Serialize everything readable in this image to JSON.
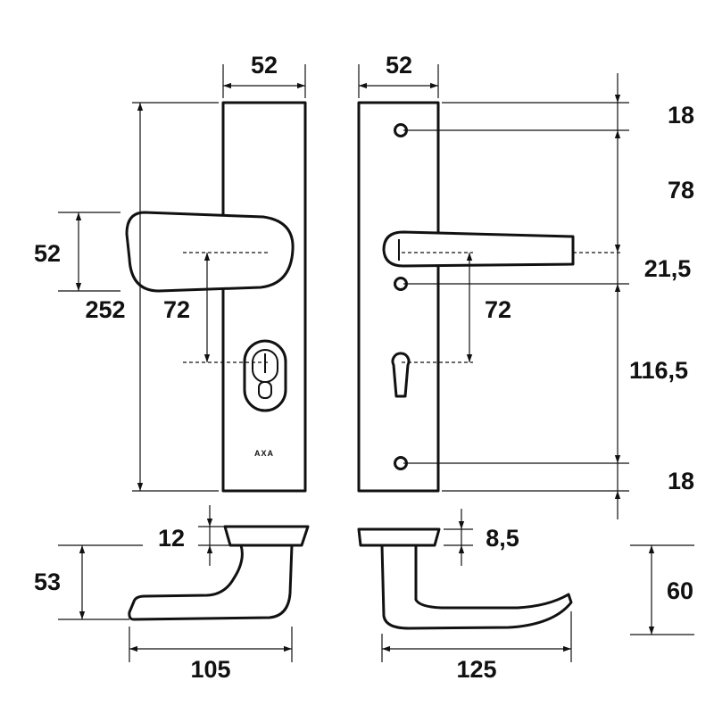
{
  "brand_mark": "AXA",
  "front_view": {
    "width": "52",
    "total_height": "252",
    "knob_height": "52",
    "center_distance": "72"
  },
  "back_view": {
    "width": "52",
    "center_distance": "72"
  },
  "side_dimensions": {
    "top_margin": "18",
    "to_handle": "78",
    "handle_offset": "21,5",
    "to_bottom_hole": "116,5",
    "bottom_margin": "18"
  },
  "bottom_view_left": {
    "plate_thickness": "12",
    "projection": "53",
    "length": "105"
  },
  "bottom_view_right": {
    "plate_thickness": "8,5",
    "projection": "60",
    "length": "125"
  }
}
